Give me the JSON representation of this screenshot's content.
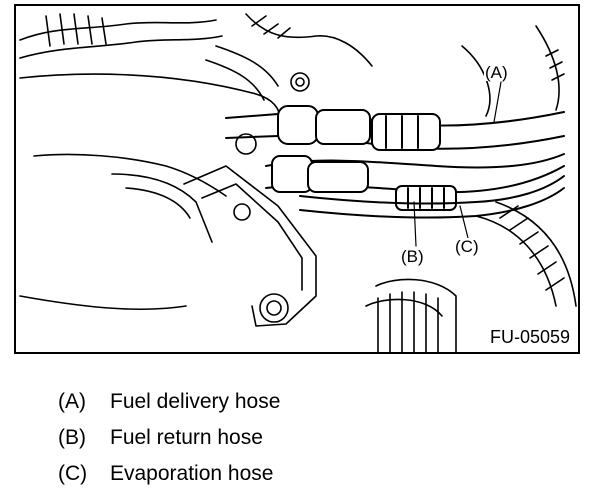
{
  "figure": {
    "callouts": {
      "a": "(A)",
      "b": "(B)",
      "c": "(C)"
    },
    "figure_id": "FU-05059"
  },
  "legend": [
    {
      "letter": "(A)",
      "text": "Fuel delivery hose"
    },
    {
      "letter": "(B)",
      "text": "Fuel return hose"
    },
    {
      "letter": "(C)",
      "text": "Evaporation hose"
    }
  ]
}
